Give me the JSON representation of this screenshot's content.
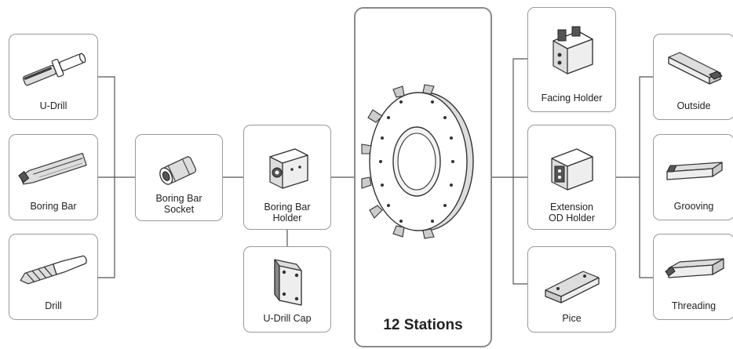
{
  "center": {
    "label": "12 Stations",
    "icon": "turret-disc-icon"
  },
  "left_column": [
    {
      "label": "U-Drill",
      "icon": "u-drill-icon"
    },
    {
      "label": "Boring Bar",
      "icon": "boring-bar-icon"
    },
    {
      "label": "Drill",
      "icon": "drill-icon"
    }
  ],
  "socket": {
    "label": "Boring Bar\nSocket",
    "icon": "boring-bar-socket-icon"
  },
  "holder": {
    "label": "Boring Bar\nHolder",
    "icon": "boring-bar-holder-icon"
  },
  "cap": {
    "label": "U-Drill Cap",
    "icon": "u-drill-cap-icon"
  },
  "right_holders": [
    {
      "label": "Facing Holder",
      "icon": "facing-holder-icon"
    },
    {
      "label": "Extension\nOD Holder",
      "icon": "extension-od-holder-icon"
    },
    {
      "label": "Pice",
      "icon": "pice-block-icon"
    }
  ],
  "right_tools": [
    {
      "label": "Outside",
      "icon": "outside-tool-icon"
    },
    {
      "label": "Grooving",
      "icon": "grooving-tool-icon"
    },
    {
      "label": "Threading",
      "icon": "threading-tool-icon"
    }
  ],
  "colors": {
    "border": "#9a9a9a",
    "line": "#555555",
    "text": "#222222"
  }
}
